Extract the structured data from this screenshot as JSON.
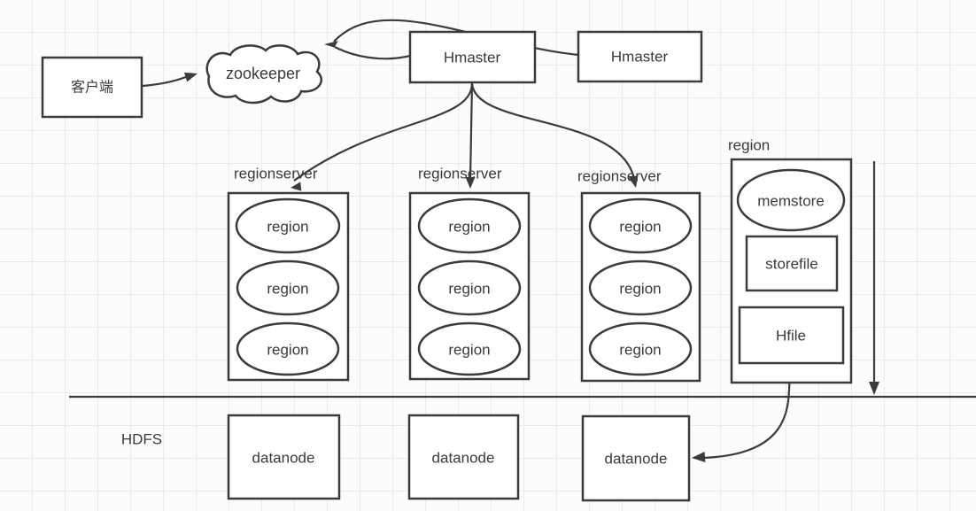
{
  "diagram": {
    "nodes": {
      "client": {
        "label": "客户端"
      },
      "zookeeper": {
        "label": "zookeeper"
      },
      "hmasters": [
        "Hmaster",
        "Hmaster"
      ],
      "regionservers": [
        {
          "label": "regionserver",
          "regions": [
            "region",
            "region",
            "region"
          ]
        },
        {
          "label": "regionserver",
          "regions": [
            "region",
            "region",
            "region"
          ]
        },
        {
          "label": "regionserver",
          "regions": [
            "region",
            "region",
            "region"
          ]
        }
      ],
      "region_detail": {
        "label": "region",
        "memstore": "memstore",
        "storefile": "storefile",
        "hfile": "Hfile"
      },
      "hdfs": {
        "label": "HDFS",
        "datanodes": [
          "datanode",
          "datanode",
          "datanode"
        ]
      }
    },
    "colors": {
      "stroke": "#3b3b3b",
      "background": "#fcfcfc",
      "grid": "#ebebeb",
      "shape_fill": "#ffffff"
    }
  }
}
